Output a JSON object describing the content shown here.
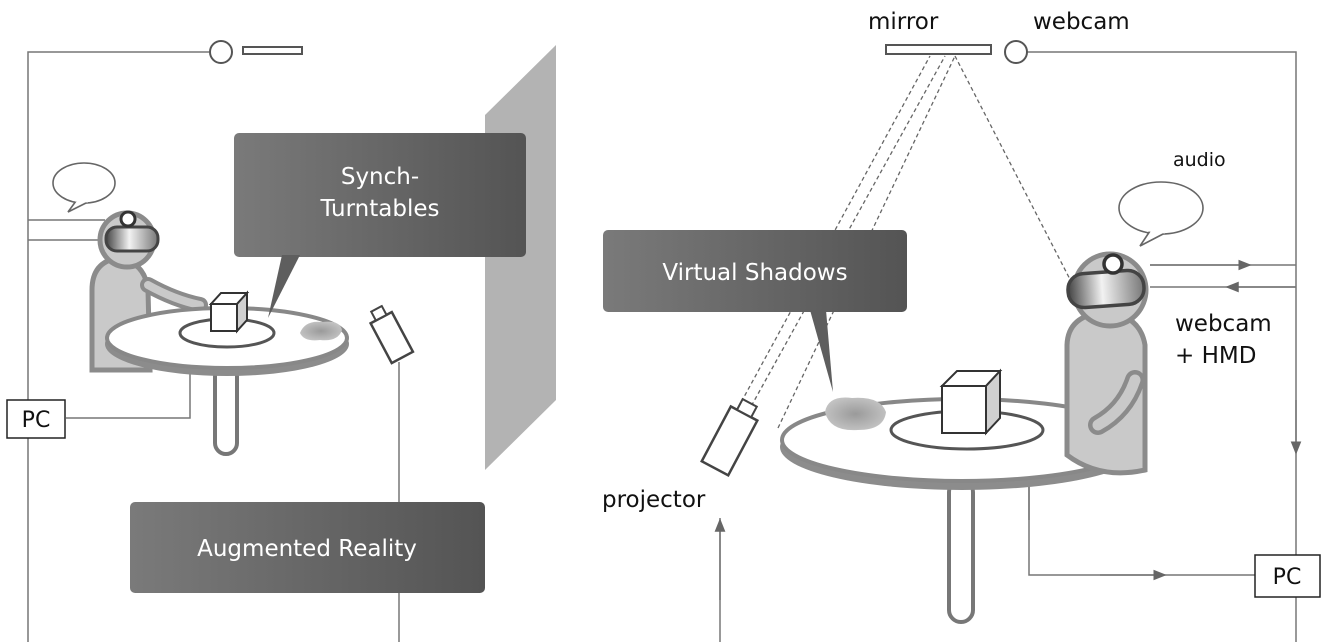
{
  "left_panel": {
    "synch_turntables_line1": "Synch-",
    "synch_turntables_line2": "Turntables",
    "augmented_reality": "Augmented Reality",
    "pc": "PC"
  },
  "right_panel": {
    "mirror": "mirror",
    "webcam_top": "webcam",
    "audio": "audio",
    "virtual_shadows": "Virtual Shadows",
    "webcam_hmd_line1": "webcam",
    "webcam_hmd_line2": "+ HMD",
    "projector": "projector",
    "pc": "PC"
  }
}
